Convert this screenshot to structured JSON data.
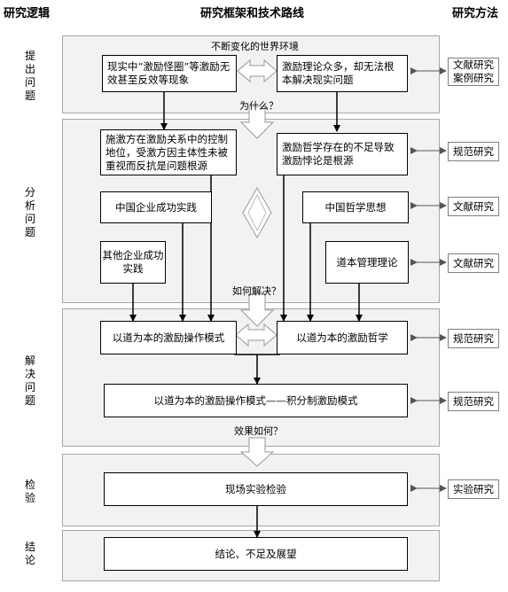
{
  "headers": {
    "logic": "研究逻辑",
    "framework": "研究框架和技术路线",
    "methods": "研究方法"
  },
  "stages": {
    "propose": "提出问题",
    "analyze": "分析问题",
    "solve": "解决问题",
    "test": "检验",
    "conclude": "结论"
  },
  "labels": {
    "environment": "不断变化的世界环境",
    "why": "为什么？",
    "how": "如何解决？",
    "effect": "效果如何？"
  },
  "boxes": {
    "phenomenon": "现实中“激励怪圈”等激励无效甚至反效等现象",
    "theory_gap": "激励理论众多，却无法根本解决现实问题",
    "subject_neglect": "施激方在激励关系中的控制地位，受激方因主体性未被重视而反抗是问题根源",
    "philosophy_gap": "激励哲学存在的不足导致激励悖论是根源",
    "cn_enterprise": "中国企业成功实践",
    "cn_philosophy": "中国哲学思想",
    "other_enterprise": "其他企业成功实践",
    "daoben_theory": "道本管理理论",
    "operation_mode": "以道为本的激励操作模式",
    "incentive_philosophy": "以道为本的激励哲学",
    "jifen_mode": "以道为本的激励操作模式——积分制激励模式",
    "field_test": "现场实验检验",
    "conclusion": "结论、不足及展望"
  },
  "methods": {
    "m1": "文献研究案例研究",
    "m2": "规范研究",
    "m3": "文献研究",
    "m4": "文献研究",
    "m5": "规范研究",
    "m6": "规范研究",
    "m7": "实验研究"
  }
}
